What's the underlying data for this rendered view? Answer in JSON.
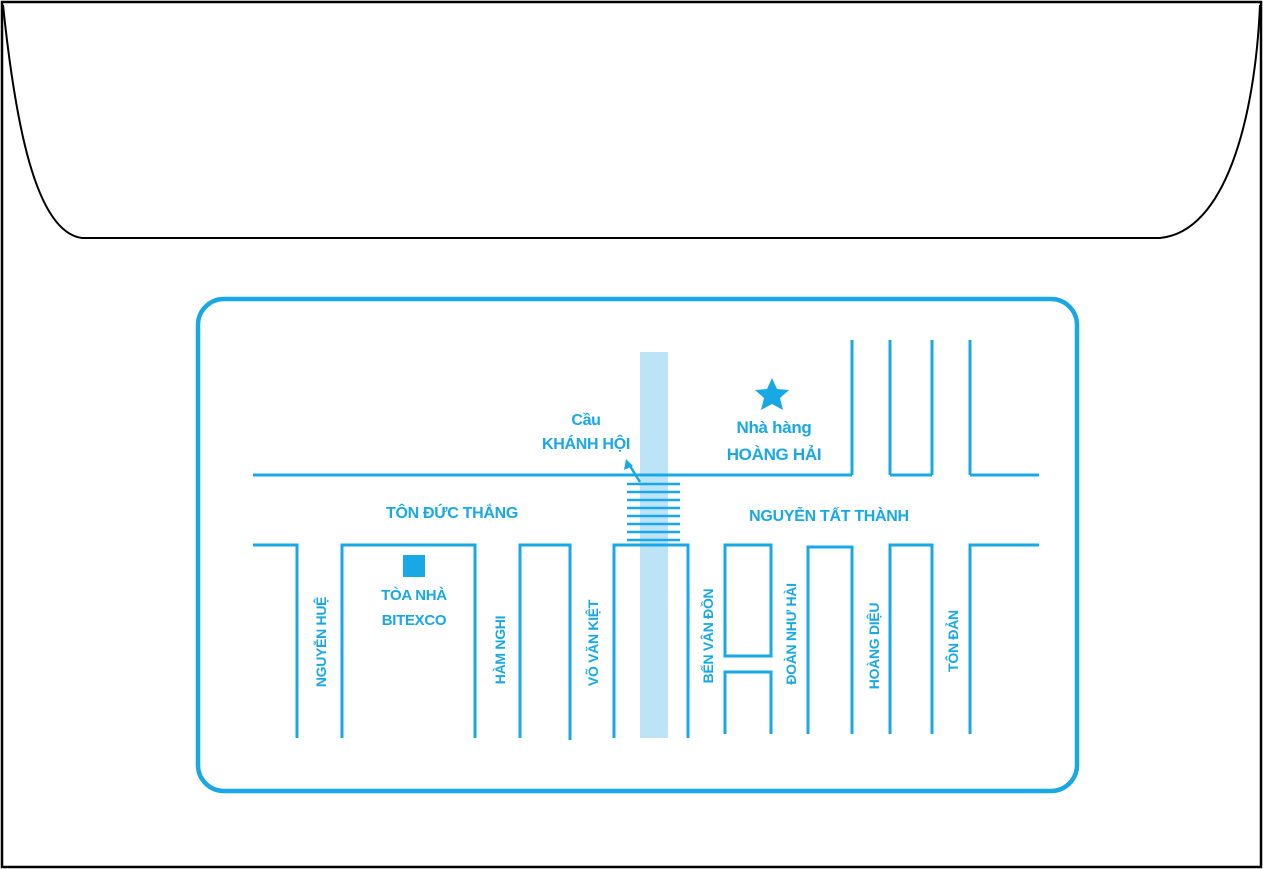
{
  "colors": {
    "outline": "#000000",
    "map_blue": "#18a8e6",
    "river": "#bde3f7",
    "background": "#ffffff"
  },
  "map": {
    "landmarks": {
      "bridge": {
        "line1": "Cầu",
        "line2": "KHÁNH HỘI",
        "icon": "arrow-up-left-icon"
      },
      "restaurant": {
        "line1": "Nhà hàng",
        "line2": "HOÀNG HẢI",
        "icon": "star-icon"
      },
      "building": {
        "line1": "TÒA NHÀ",
        "line2": "BITEXCO",
        "icon": "square-icon"
      }
    },
    "streets": {
      "ton_duc_thang": "TÔN ĐỨC THẮNG",
      "nguyen_tat_thanh": "NGUYỄN TẤT THÀNH",
      "nguyen_hue": "NGUYỄN HUỆ",
      "ham_nghi": "HÀM NGHI",
      "vo_van_kiet": "VÕ VĂN KIỆT",
      "ben_van_don": "BẾN VÂN ĐỒN",
      "doan_nhu_hai": "ĐOÀN NHƯ HÀI",
      "hoang_dieu": "HOÀNG DIỆU",
      "ton_dan": "TÔN ĐẢN"
    }
  }
}
